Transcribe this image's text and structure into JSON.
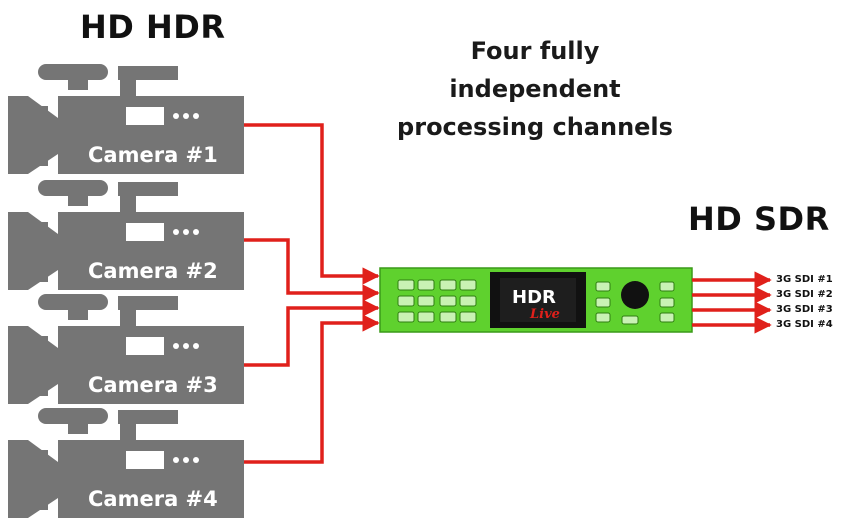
{
  "input_heading": "HD HDR",
  "output_heading": "HD SDR",
  "caption_lines": [
    "Four fully",
    "independent",
    "processing channels"
  ],
  "cameras": [
    {
      "label": "Camera #1"
    },
    {
      "label": "Camera #2"
    },
    {
      "label": "Camera #3"
    },
    {
      "label": "Camera #4"
    }
  ],
  "outputs": [
    {
      "label": "3G SDI #1"
    },
    {
      "label": "3G SDI #2"
    },
    {
      "label": "3G SDI #3"
    },
    {
      "label": "3G SDI #4"
    }
  ],
  "device": {
    "logo_text": "HDR",
    "logo_subtext": "Live"
  },
  "colors": {
    "camera_body": "#757575",
    "signal_line": "#e0201b",
    "device_panel": "#5fd12e",
    "device_screen": "#111111"
  }
}
